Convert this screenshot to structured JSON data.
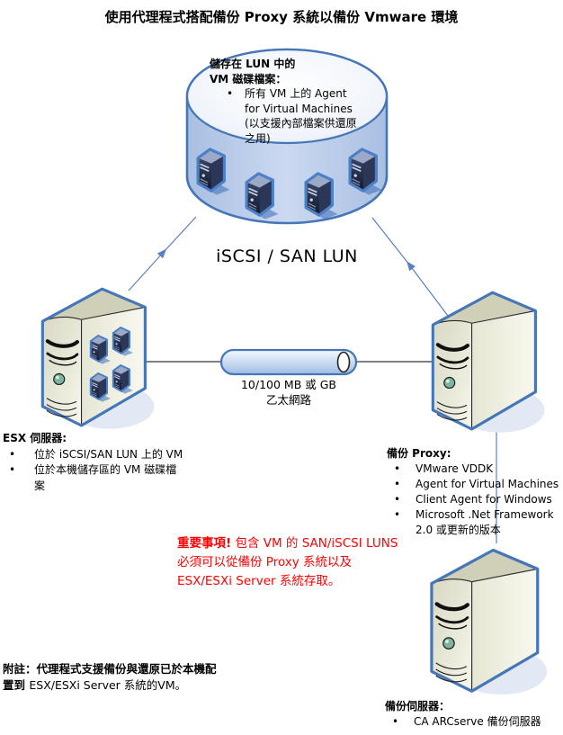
{
  "title": "使用代理程式搭配備份 Proxy 系統以備份 Vmware 環境",
  "ui": {
    "bullet": "•"
  },
  "lun": {
    "heading_line1": "儲存在 LUN 中的",
    "heading_line2": "VM 磁碟檔案：",
    "bullet": "所有 VM 上的 Agent for Virtual Machines (以支援內部檔案供還原之用)",
    "label": "iSCSI / SAN LUN"
  },
  "network": {
    "line1": "10/100 MB 或 GB",
    "line2": "乙太網路"
  },
  "esx": {
    "heading": "ESX 伺服器:",
    "bullets": [
      "位於 iSCSI/SAN LUN 上的 VM",
      "位於本機儲存區的 VM 磁碟檔案"
    ]
  },
  "proxy": {
    "heading": "備份 Proxy:",
    "bullets": [
      "VMware VDDK",
      "Agent for Virtual Machines",
      "Client Agent for Windows",
      "Microsoft .Net Framework 2.0 或更新的版本"
    ]
  },
  "important": {
    "label": "重要事項!",
    "text": " 包含 VM 的 SAN/iSCSI LUNS 必須可以從備份 Proxy 系統以及 ESX/ESXi Server 系統存取。"
  },
  "note": {
    "bold": "附註：代理程式支援備份與還原已於本機配置到 ",
    "normal": "ESX/ESXi Server 系統的VM。"
  },
  "backup_server": {
    "heading": "備份伺服器：",
    "bullets": [
      "CA ARCserve 備份伺服器"
    ]
  },
  "colors": {
    "outline_blue": "#4576b8",
    "arrow_blue": "#5b7fc0",
    "connector_black": "#333333",
    "important_red": "#ff0000",
    "cylinder_fill": "#c3d3ec",
    "tower_fill": "#ededdd"
  }
}
